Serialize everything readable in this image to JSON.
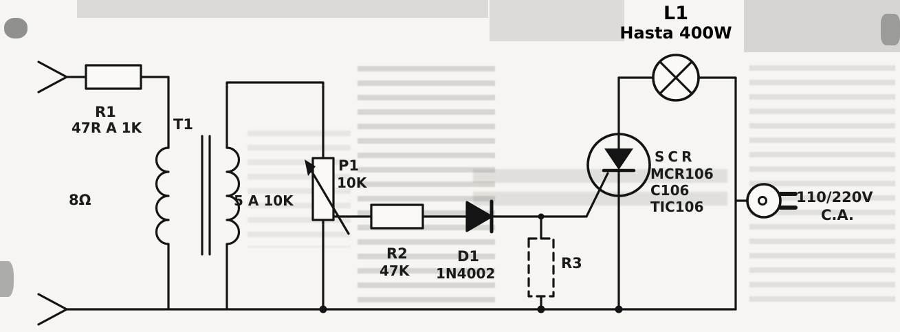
{
  "schematic": {
    "lamp": {
      "ref": "L1",
      "rating": "Hasta 400W"
    },
    "r1": {
      "ref": "R1",
      "value": "47R A 1K"
    },
    "transformer": {
      "ref": "T1",
      "primary_impedance": "8Ω",
      "secondary": "5 A 10K"
    },
    "p1": {
      "ref": "P1",
      "value": "10K"
    },
    "r2": {
      "ref": "R2",
      "value": "47K"
    },
    "d1": {
      "ref": "D1",
      "value": "1N4002"
    },
    "r3": {
      "ref": "R3"
    },
    "scr": {
      "ref": "SCR",
      "part_numbers": [
        "MCR106",
        "C106",
        "TIC106"
      ]
    },
    "mains": {
      "voltage": "110/220V",
      "type": "C.A."
    }
  },
  "colors": {
    "ink": "#141414",
    "paper": "#f6f5f1"
  }
}
